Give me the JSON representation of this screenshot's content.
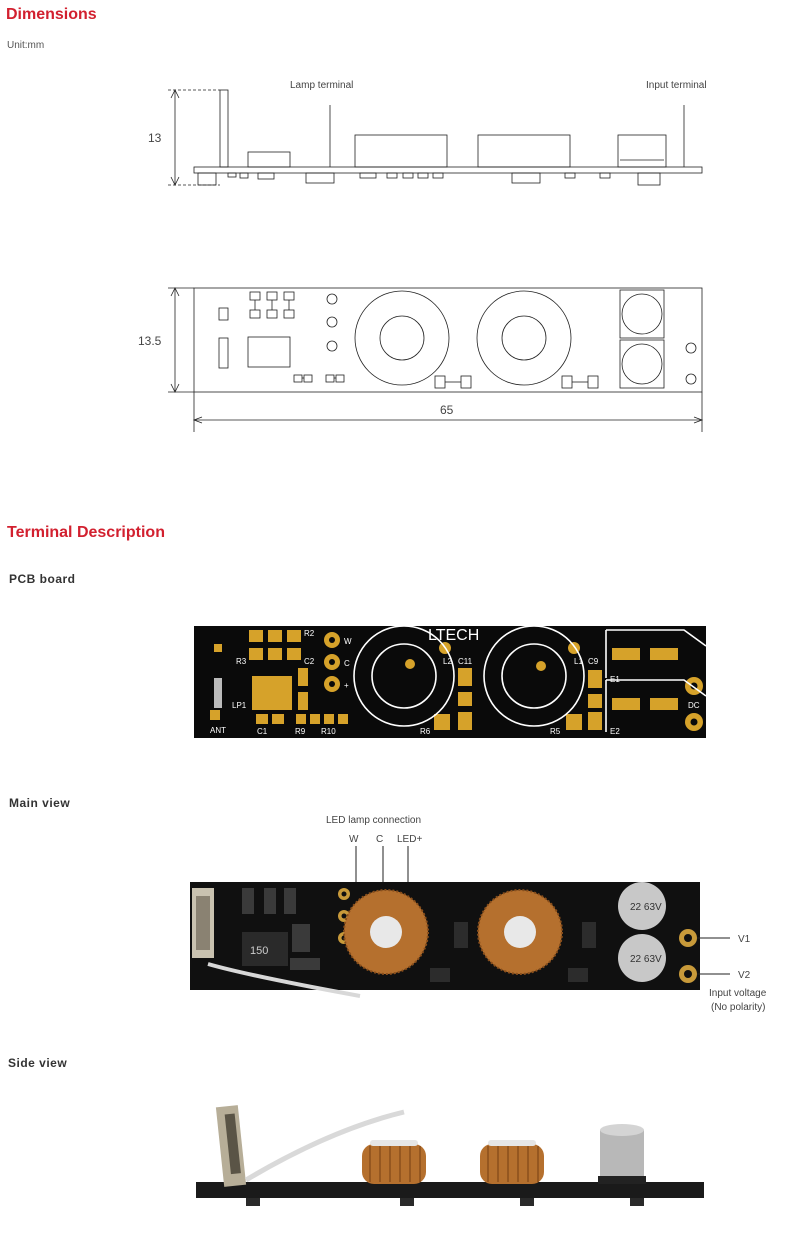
{
  "dimensions": {
    "title": "Dimensions",
    "unit": "Unit:mm",
    "side_height": "13",
    "top_height": "13.5",
    "length": "65",
    "lamp_terminal": "Lamp terminal",
    "input_terminal": "Input terminal"
  },
  "terminal": {
    "title": "Terminal Description",
    "pcb_board": "PCB board",
    "main_view": "Main view",
    "side_view": "Side view"
  },
  "pcb_labels": {
    "brand": "LTECH",
    "w": "W",
    "c": "C",
    "plus": "+",
    "r2": "R2",
    "r3": "R3",
    "c2": "C2",
    "lp1": "LP1",
    "c1": "C1",
    "r9": "R9",
    "r10": "R10",
    "ant": "ANT",
    "l2": "L2",
    "c11": "C11",
    "l1": "L1",
    "c9": "C9",
    "r6": "R6",
    "r5": "R5",
    "e1": "E1",
    "e2": "E2",
    "dc": "DC"
  },
  "main_view": {
    "led_connection": "LED lamp connection",
    "w": "W",
    "c": "C",
    "led_plus": "LED+",
    "v1": "V1",
    "v2": "V2",
    "input_voltage": "Input voltage",
    "no_polarity": "(No polarity)",
    "cap_label": "22 63V"
  }
}
